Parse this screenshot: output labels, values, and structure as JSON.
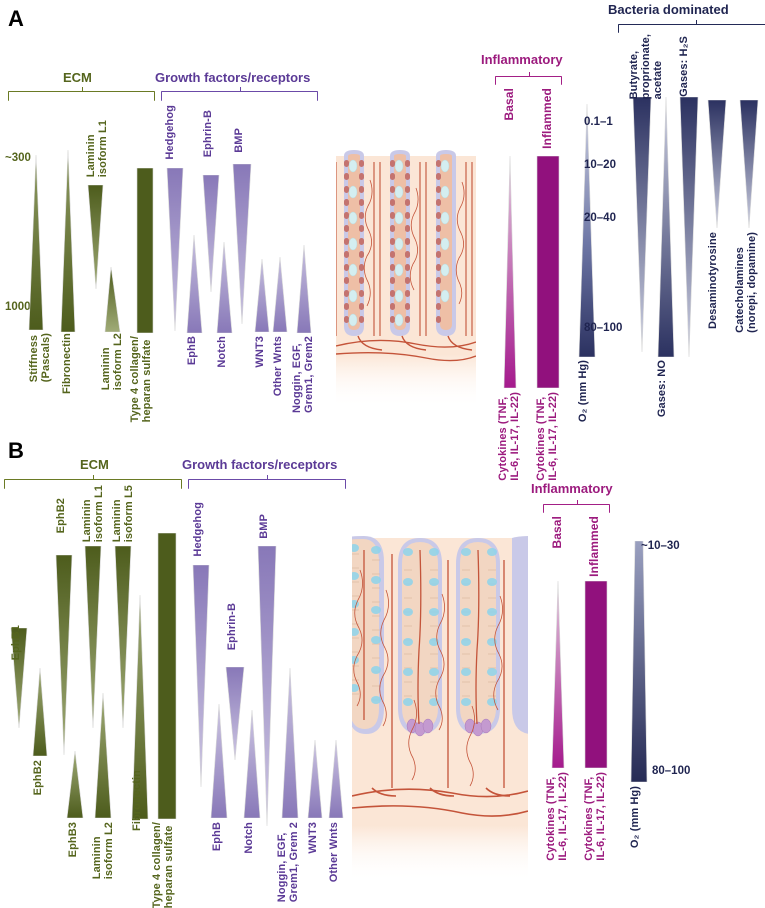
{
  "figure": {
    "panels": [
      {
        "id": "A",
        "letter": "A",
        "tissue": "colon-crypts",
        "groups": [
          {
            "name": "ECM",
            "label": "ECM",
            "color": "#55651d"
          },
          {
            "name": "growth",
            "label": "Growth factors/receptors",
            "color": "#5b3a96"
          },
          {
            "name": "inflam",
            "label": "Inflammatory",
            "color": "#9c1b7e"
          },
          {
            "name": "bacteria",
            "label": "Bacteria dominated",
            "color": "#1f2450"
          }
        ],
        "scale_ticks": [
          {
            "label": "~300",
            "group": "ECM"
          },
          {
            "label": "1000",
            "group": "ECM"
          }
        ],
        "o2_ticks": [
          "0.1–1",
          "10–20",
          "20–40",
          "80–100"
        ],
        "gradients": [
          {
            "label": "Stiffness\n(Pascals)",
            "group": "ECM",
            "color": "#4d5c1c",
            "direction": "top-narrow"
          },
          {
            "label": "Fibronectin",
            "group": "ECM",
            "color": "#4d5c1c",
            "direction": "top-narrow"
          },
          {
            "label": "Laminin\nisoform L1",
            "group": "ECM",
            "color": "#4d5c1c",
            "direction": "top-wide"
          },
          {
            "label": "Laminin\nisoform L2",
            "group": "ECM",
            "color": "#4d5c1c",
            "direction": "top-wide"
          },
          {
            "label": "Type 4 collagen/\nheparan sulfate",
            "group": "ECM",
            "color": "#4d5c1c",
            "direction": "uniform"
          },
          {
            "label": "Hedgehog",
            "group": "growth",
            "color": "#8878b8",
            "direction": "top-wide"
          },
          {
            "label": "EphB",
            "group": "growth",
            "color": "#8878b8",
            "direction": "top-narrow"
          },
          {
            "label": "Ephrin-B",
            "group": "growth",
            "color": "#8878b8",
            "direction": "top-wide"
          },
          {
            "label": "Notch",
            "group": "growth",
            "color": "#8878b8",
            "direction": "top-narrow"
          },
          {
            "label": "BMP",
            "group": "growth",
            "color": "#8878b8",
            "direction": "top-wide"
          },
          {
            "label": "WNT3",
            "group": "growth",
            "color": "#8878b8",
            "direction": "top-narrow"
          },
          {
            "label": "Other Wnts",
            "group": "growth",
            "color": "#8878b8",
            "direction": "top-narrow"
          },
          {
            "label": "Noggin, EGF,\nGrem1, Grem2",
            "group": "growth",
            "color": "#8878b8",
            "direction": "top-narrow"
          },
          {
            "label": "Cytokines (TNF,\nIL-6, IL-17, IL-22)",
            "group": "inflam",
            "sublabel": "Basal",
            "color": "#91117d",
            "direction": "top-narrow"
          },
          {
            "label": "Cytokines (TNF,\nIL-6, IL-17, IL-22)",
            "group": "inflam",
            "sublabel": "Inflammed",
            "color": "#91117d",
            "direction": "uniform"
          },
          {
            "label": "O₂ (mm Hg)",
            "group": "bacteria",
            "color": "#2b3160",
            "direction": "top-narrow"
          },
          {
            "label": "Butyrate,\nproprionate,\nacetate",
            "group": "bacteria",
            "color": "#2b3160",
            "direction": "top-wide"
          },
          {
            "label": "Gases: NO",
            "group": "bacteria",
            "color": "#2b3160",
            "direction": "top-narrow"
          },
          {
            "label": "Gases: H₂S",
            "group": "bacteria",
            "color": "#2b3160",
            "direction": "top-wide"
          },
          {
            "label": "Desaminotyrosine",
            "group": "bacteria",
            "color": "#2b3160",
            "direction": "top-wide"
          },
          {
            "label": "Catecholamines\n(norepi, dopamine)",
            "group": "bacteria",
            "color": "#2b3160",
            "direction": "top-wide"
          }
        ]
      },
      {
        "id": "B",
        "letter": "B",
        "tissue": "small-intestine-villi",
        "groups": [
          {
            "name": "ECM",
            "label": "ECM",
            "color": "#55651d"
          },
          {
            "name": "growth",
            "label": "Growth factors/receptors",
            "color": "#5b3a96"
          },
          {
            "name": "inflam",
            "label": "Inflammatory",
            "color": "#9c1b7e"
          }
        ],
        "o2_ticks": [
          "~10–30",
          "80–100"
        ],
        "gradients": [
          {
            "label": "EphB1",
            "group": "ECM",
            "color": "#4d5c1c",
            "direction": "top-wide"
          },
          {
            "label": "EphB2",
            "group": "ECM",
            "color": "#4d5c1c",
            "direction": "top-narrow"
          },
          {
            "label": "EphB2",
            "group": "ECM",
            "color": "#4d5c1c",
            "direction": "top-wide"
          },
          {
            "label": "EphB3",
            "group": "ECM",
            "color": "#4d5c1c",
            "direction": "top-narrow"
          },
          {
            "label": "Laminin\nisoform L1",
            "group": "ECM",
            "color": "#4d5c1c",
            "direction": "top-wide"
          },
          {
            "label": "Laminin\nisoform L2",
            "group": "ECM",
            "color": "#4d5c1c",
            "direction": "top-narrow"
          },
          {
            "label": "Laminin\nisoform L5",
            "group": "ECM",
            "color": "#4d5c1c",
            "direction": "top-wide"
          },
          {
            "label": "Fibronectin",
            "group": "ECM",
            "color": "#4d5c1c",
            "direction": "top-narrow"
          },
          {
            "label": "Type 4 collagen/\nheparan sulfate",
            "group": "ECM",
            "color": "#4d5c1c",
            "direction": "uniform"
          },
          {
            "label": "Hedgehog",
            "group": "growth",
            "color": "#8878b8",
            "direction": "top-wide"
          },
          {
            "label": "EphB",
            "group": "growth",
            "color": "#8878b8",
            "direction": "top-narrow"
          },
          {
            "label": "Ephrin-B",
            "group": "growth",
            "color": "#8878b8",
            "direction": "top-wide"
          },
          {
            "label": "Notch",
            "group": "growth",
            "color": "#8878b8",
            "direction": "top-narrow"
          },
          {
            "label": "BMP",
            "group": "growth",
            "color": "#8878b8",
            "direction": "top-wide"
          },
          {
            "label": "Noggin, EGF,\nGrem1, Grem 2",
            "group": "growth",
            "color": "#8878b8",
            "direction": "top-narrow"
          },
          {
            "label": "WNT3",
            "group": "growth",
            "color": "#8878b8",
            "direction": "top-narrow"
          },
          {
            "label": "Other Wnts",
            "group": "growth",
            "color": "#8878b8",
            "direction": "top-narrow"
          },
          {
            "label": "Cytokines (TNF,\nIL-6, IL-17, IL-22)",
            "group": "inflam",
            "sublabel": "Basal",
            "color": "#91117d",
            "direction": "top-narrow"
          },
          {
            "label": "Cytokines (TNF,\nIL-6, IL-17, IL-22)",
            "group": "inflam",
            "sublabel": "Inflammed",
            "color": "#91117d",
            "direction": "uniform"
          },
          {
            "label": "O₂ (mm Hg)",
            "group": "o2",
            "color": "#2b3160",
            "direction": "top-narrow"
          }
        ]
      }
    ]
  },
  "A": {
    "letter": "A",
    "ecm_label": "ECM",
    "growth_label": "Growth factors/receptors",
    "inflam_label": "Inflammatory",
    "bacteria_label": "Bacteria dominated",
    "tick_300": "~300",
    "tick_1000": "1000",
    "o2_t1": "0.1–1",
    "o2_t2": "10–20",
    "o2_t3": "20–40",
    "o2_t4": "80–100",
    "lab_stiffness": "Stiffness\n(Pascals)",
    "lab_fibronectin": "Fibronectin",
    "lab_lam_l1": "Laminin\nisoform L1",
    "lab_lam_l2": "Laminin\nisoform L2",
    "lab_col4": "Type 4 collagen/\nheparan sulfate",
    "lab_hedgehog": "Hedgehog",
    "lab_ephb": "EphB",
    "lab_ephrinb": "Ephrin-B",
    "lab_notch": "Notch",
    "lab_bmp": "BMP",
    "lab_wnt3": "WNT3",
    "lab_otherwnts": "Other Wnts",
    "lab_noggin": "Noggin, EGF,\nGrem1, Grem2",
    "lab_basal": "Basal",
    "lab_inflammed": "Inflammed",
    "lab_cyto_basal": "Cytokines (TNF,\nIL-6, IL-17, IL-22)",
    "lab_cyto_infl": "Cytokines (TNF,\nIL-6, IL-17, IL-22)",
    "lab_o2": "O₂ (mm Hg)",
    "lab_scfa": "Butyrate,\nproprionate,\nacetate",
    "lab_no": "Gases: NO",
    "lab_h2s": "Gases: H₂S",
    "lab_dat": "Desaminotyrosine",
    "lab_catechol": "Catecholamines\n(norepi, dopamine)"
  },
  "B": {
    "letter": "B",
    "ecm_label": "ECM",
    "growth_label": "Growth factors/receptors",
    "inflam_label": "Inflammatory",
    "o2_top": "~10–30",
    "o2_bottom": "80–100",
    "lab_ephb1": "EphB1",
    "lab_ephb2a": "EphB2",
    "lab_ephb2b": "EphB2",
    "lab_ephb3": "EphB3",
    "lab_lam_l1": "Laminin\nisoform L1",
    "lab_lam_l2": "Laminin\nisoform L2",
    "lab_lam_l5": "Laminin\nisoform L5",
    "lab_fibronectin": "Fibronectin",
    "lab_col4": "Type 4 collagen/\nheparan sulfate",
    "lab_hedgehog": "Hedgehog",
    "lab_ephb": "EphB",
    "lab_ephrinb": "Ephrin-B",
    "lab_notch": "Notch",
    "lab_bmp": "BMP",
    "lab_noggin": "Noggin, EGF,\nGrem1, Grem 2",
    "lab_wnt3": "WNT3",
    "lab_otherwnts": "Other Wnts",
    "lab_basal": "Basal",
    "lab_inflammed": "Inflammed",
    "lab_cyto_basal": "Cytokines (TNF,\nIL-6, IL-17, IL-22)",
    "lab_cyto_infl": "Cytokines (TNF,\nIL-6, IL-17, IL-22)",
    "lab_o2": "O₂ (mm Hg)"
  },
  "colors": {
    "green_dark": "#4d5c1c",
    "green_text": "#55651d",
    "purple": "#8878b8",
    "purple_text": "#5b3a96",
    "magenta": "#91117d",
    "magenta_text": "#9c1b7e",
    "navy": "#2b3160",
    "navy_text": "#1f2450",
    "tissue_lamina": "#f9ddc9",
    "tissue_epithelium": "#eebfa6",
    "tissue_nuclei": "#c4736f",
    "tissue_goblet": "#d4eef0",
    "tissue_vessel": "#c4543a",
    "tissue_basement": "#c3c3e4",
    "tissue_paneth": "#c49ad0"
  }
}
